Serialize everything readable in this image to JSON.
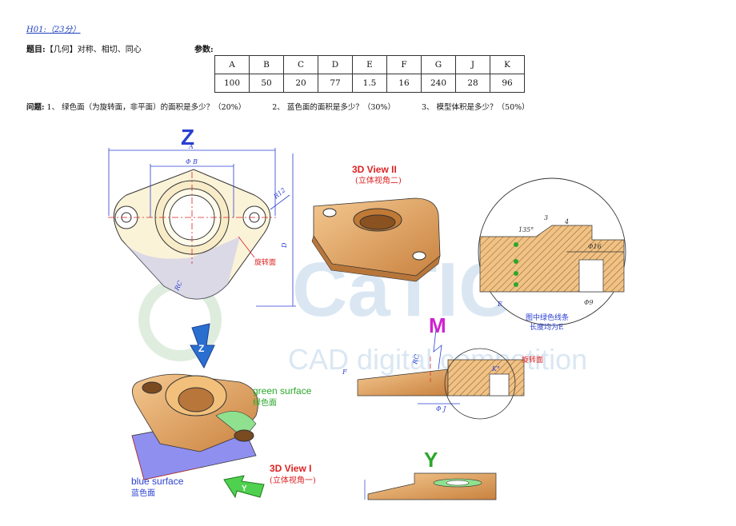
{
  "header": {
    "code": "H01:（23分）"
  },
  "topic": {
    "label": "题目:",
    "text": "【几何】对称、相切、同心"
  },
  "params": {
    "label": "参数:",
    "headers": [
      "A",
      "B",
      "C",
      "D",
      "E",
      "F",
      "G",
      "J",
      "K"
    ],
    "values": [
      "100",
      "50",
      "20",
      "77",
      "1.5",
      "16",
      "240",
      "28",
      "96"
    ]
  },
  "questions": {
    "label": "问题:",
    "items": [
      "1、 绿色面（为旋转面，非平面）的面积是多少？（20%）",
      "2、 蓝色面的面积是多少？（30%）",
      "3、 模型体积是多少？（50%）"
    ]
  },
  "drawing": {
    "view_z": "Z",
    "view_m": "M",
    "view_y": "Y",
    "dim_a": "A",
    "dim_b": "Φ B",
    "dim_r12": "R12",
    "dim_d": "D",
    "dim_rc": "RC",
    "rotate_face": "旋转面",
    "view2_title": "3D View II",
    "view2_sub": "(立体视角二)",
    "view1_title": "3D View I",
    "view1_sub": "(立体视角一)",
    "green_en": "green surface",
    "green_cn": "绿色面",
    "blue_en": "blue surface",
    "blue_cn": "蓝色面",
    "angle_135": "135°",
    "dim_3": "3",
    "dim_4": "4",
    "dim_phi16": "Φ16",
    "dim_phi9": "Φ9",
    "dim_e": "E",
    "dim_f": "F",
    "dim_phij": "Φ J",
    "dim_k": "K°",
    "detail_note1": "图中绿色线条",
    "detail_note2": "长度均为E",
    "rotate_face2": "旋转面",
    "arrow_z": "Z",
    "arrow_y": "Y",
    "watermark": "CaTICs",
    "watermark_sub": "CAD digital competition"
  },
  "colors": {
    "part": "#e8a86a",
    "blue_face": "#8f8ff0",
    "green_face": "#8fe08f",
    "dim": "#2a3fd0",
    "red": "#d22"
  }
}
